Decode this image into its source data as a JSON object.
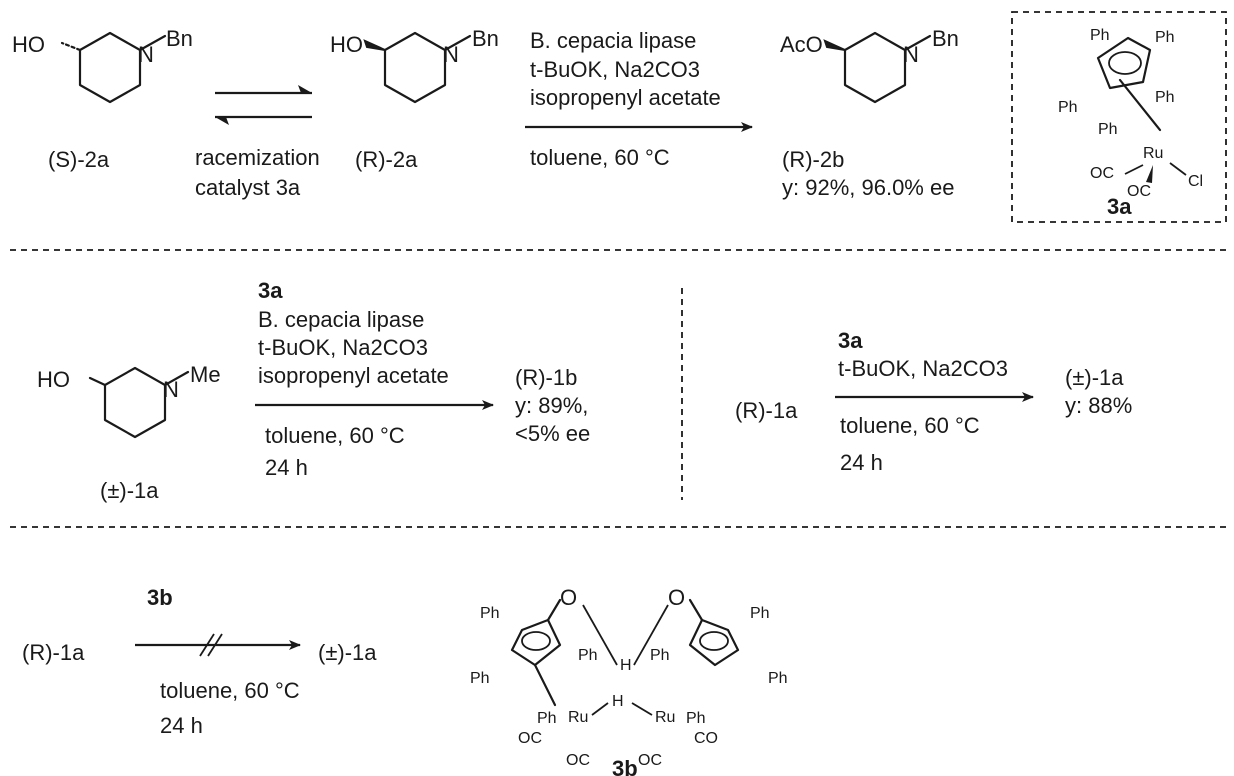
{
  "scheme": {
    "top": {
      "s2a_label": "(S)-2a",
      "r2a_label": "(R)-2a",
      "racemization": {
        "line1": "racemization",
        "line2": "catalyst 3a"
      },
      "reagents": {
        "line1": "B. cepacia lipase",
        "line2": "t-BuOK, Na2CO3",
        "line3": "isopropenyl acetate"
      },
      "conditions": "toluene, 60 °C",
      "product_label": "(R)-2b",
      "product_yield": "y: 92%, 96.0% ee",
      "catalyst_label": "3a"
    },
    "middle_left": {
      "substrate_label": "(±)-1a",
      "reagents": {
        "line1": "3a",
        "line2": "B. cepacia lipase",
        "line3": "t-BuOK, Na2CO3",
        "line4": "isopropenyl acetate"
      },
      "conditions": {
        "line1": "toluene, 60 °C",
        "line2": "24 h"
      },
      "product_label": "(R)-1b",
      "product_yield": {
        "line1": "y: 89%,",
        "line2": "<5% ee"
      }
    },
    "middle_right": {
      "substrate_label": "(R)-1a",
      "reagents": {
        "line1": "3a",
        "line2": "t-BuOK, Na2CO3"
      },
      "conditions": {
        "line1": "toluene, 60 °C",
        "line2": "24 h"
      },
      "product_label": "(±)-1a",
      "product_yield": "y: 88%"
    },
    "bottom": {
      "substrate_label": "(R)-1a",
      "catalyst": "3b",
      "conditions": {
        "line1": "toluene, 60 °C",
        "line2": "24 h"
      },
      "product_label": "(±)-1a",
      "catalyst_label": "3b"
    }
  }
}
